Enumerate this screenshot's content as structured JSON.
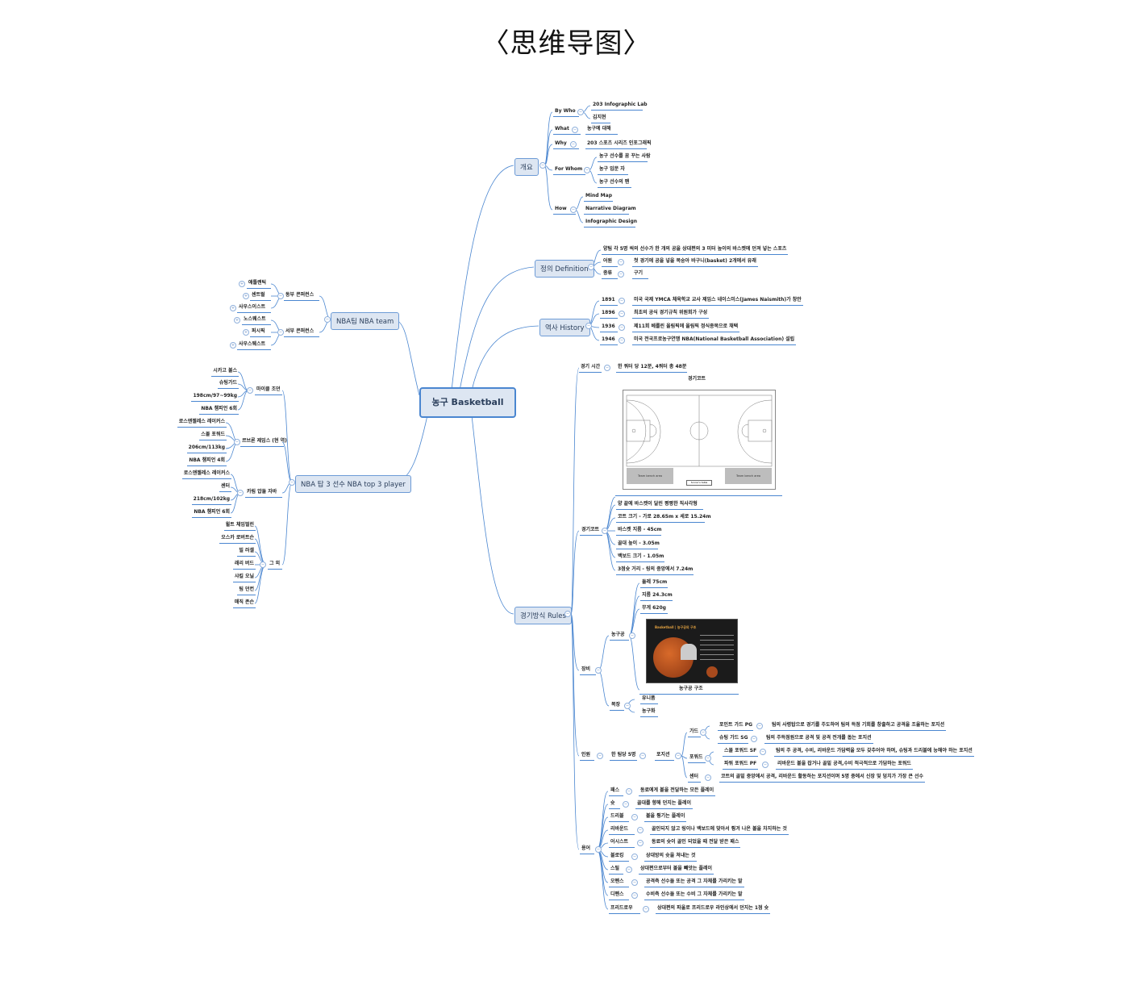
{
  "title": "〈思维导图〉",
  "central": "농구 Basketball",
  "colors": {
    "line": "#4a86d0",
    "node_fill": "#dde6f2",
    "node_border": "#6d9bd6",
    "text": "#2b3f5c"
  },
  "overview": {
    "label": "개요",
    "by_who": {
      "label": "By Who",
      "items": [
        "203 Infographic Lab",
        "김지현"
      ]
    },
    "what": {
      "label": "What",
      "items": [
        "농구에 대해"
      ]
    },
    "why": {
      "label": "Why",
      "items": [
        "203 스포츠 시리즈 인포그래픽"
      ]
    },
    "for_whom": {
      "label": "For Whom",
      "items": [
        "농구 선수를 꿈 꾸는 사람",
        "농구 입문 자",
        "농구 선수의 팬"
      ]
    },
    "how": {
      "label": "How",
      "items": [
        "Mind Map",
        "Narrative Diagram",
        "Infographic Design"
      ]
    }
  },
  "definition": {
    "label": "정의 Definition",
    "summary": "양팀 각 5명 씩의 선수가 한 개의 공을 상대편의 3 미터 높이의 바스켓에 던져 넣는 스포츠",
    "origin": {
      "label": "어원",
      "value": "첫 경기에 공을 넣을 복숭아 바구니(basket) 2개에서 유래"
    },
    "kind": {
      "label": "종류",
      "value": "구기"
    }
  },
  "history": {
    "label": "역사 History",
    "events": [
      {
        "year": "1891",
        "text": "미국 국제 YMCA 체육학교 교사 제임스 네이스미스(James Naismith)가 창안"
      },
      {
        "year": "1896",
        "text": "최초의 공식 경기규칙 위원회가 구성"
      },
      {
        "year": "1936",
        "text": "제11회 베를린 올림픽에 올림픽 정식종목으로 채택"
      },
      {
        "year": "1946",
        "text": "미국 전국프로농구연맹 NBA(National Basketball Association) 설립"
      }
    ]
  },
  "rules": {
    "label": "경기방식 Rules",
    "game_time": {
      "label": "경기 시간",
      "value": "한 쿼터 당 12분, 4쿼터 총 48분"
    },
    "court_image_caption": "경기코트",
    "court_image_labels": {
      "bench": "Team bench area",
      "bench_small": "Team bench",
      "table": "Scorer's table"
    },
    "court": {
      "label": "경기코트",
      "items": [
        "양 끝에 바스켓이 달린 평평한 직사각형",
        "코트 크기 - 가로 28.65m x 세로 15.24m",
        "바스켓 지름 - 45cm",
        "골대 높이 - 3.05m",
        "백보드 크기 - 1.05m",
        "3점슛 거리 - 링의 중앙에서 7.24m"
      ]
    },
    "equipment": {
      "label": "장비",
      "ball": {
        "label": "농구공",
        "items": [
          "둘레 75cm",
          "지름 24.3cm",
          "무게 620g"
        ],
        "image_caption": "농구공 구조",
        "image_title": "Basketball | 농구공의 구조"
      },
      "outfit": {
        "label": "복장",
        "items": [
          "유니폼",
          "농구화"
        ]
      }
    },
    "players": {
      "label": "인원",
      "count": "한 팀당 5명",
      "position_label": "포지션",
      "groups": [
        {
          "label": "가드",
          "roles": [
            {
              "name": "포인트 가드 PG",
              "desc": "팀의 사령탑으로 경기를 주도하여 팀의 득점 기회를 창출하고 공격을 조율하는 포지션"
            },
            {
              "name": "슈팅 가드 SG",
              "desc": "팀의 주득점원으로 공격 및 공격 전개를 돕는 포지션"
            }
          ]
        },
        {
          "label": "포워드",
          "roles": [
            {
              "name": "스몰 포워드 SF",
              "desc": "팀의 주 공격, 수비, 리바운드 가담력을 모두 갖추어야 하며, 슈팅과 드리블에 능해야 하는 포지션"
            },
            {
              "name": "파워 포워드 PF",
              "desc": "리바운드 볼을 잡거나 골밑 공격,수비 적극적으로 가담하는 포워드"
            }
          ]
        },
        {
          "label": "센터",
          "desc": "코트의 골밑 중앙에서 공격, 리바운드 활동하는 포지션이며 5명 중에서 신장 및 덩치가 가장 큰 선수"
        }
      ]
    },
    "terms": {
      "label": "용어",
      "items": [
        {
          "term": "패스",
          "def": "동료에게 볼을 전달하는 모든 플레이"
        },
        {
          "term": "슛",
          "def": "골대를 향해 던지는 플레이"
        },
        {
          "term": "드리블",
          "def": "볼을 튕기는 플레이"
        },
        {
          "term": "리바운드",
          "def": "골인되지 않고 링이나 백보드에 맞아서 튕겨 나온 볼을 차지하는 것"
        },
        {
          "term": "어시스트",
          "def": "동료의 슛이 골인 되었을 때 전달 받은 패스"
        },
        {
          "term": "블로킹",
          "def": "상대방의 슛을 쳐내는 것"
        },
        {
          "term": "스틸",
          "def": "상대편으로부터 볼을 빼앗는 플레이"
        },
        {
          "term": "오펜스",
          "def": "공격측 선수들 또는 공격 그 자체를 가리키는 말"
        },
        {
          "term": "디펜스",
          "def": "수비측 선수들 또는 수비 그 자체를 가리키는 말"
        },
        {
          "term": "프리드로우",
          "def": "상대편의 파울로 프리드로우 라인상에서 던지는 1점 슛"
        }
      ]
    }
  },
  "nba_team": {
    "label": "NBA팀 NBA team",
    "east": {
      "label": "동부 콘퍼런스",
      "items": [
        "애틀랜틱",
        "센트럴",
        "사우스이스트"
      ]
    },
    "west": {
      "label": "서부 콘퍼런스",
      "items": [
        "노스웨스트",
        "퍼시픽",
        "사우스웨스트"
      ]
    }
  },
  "top_players": {
    "label": "NBA 탑 3 선수 NBA top 3 player",
    "players": [
      {
        "name": "마이클 조던",
        "items": [
          "시카고 불스",
          "슈팅가드",
          "198cm/97~99kg",
          "NBA 챔피언 6회"
        ]
      },
      {
        "name": "르브론 제임스 (현 역)",
        "items": [
          "로스앤젤레스 레이커스",
          "스몰 포워드",
          "206cm/113kg",
          "NBA 챔피언 4회"
        ]
      },
      {
        "name": "카림 압둘 자바",
        "items": [
          "로스앤젤레스 레이커스",
          "센터",
          "218cm/102kg",
          "NBA 챔피언 6회"
        ]
      }
    ],
    "others": {
      "label": "그 외",
      "items": [
        "윌트 체임벌린",
        "오스카 로버트슨",
        "빌 러셀",
        "래리 버드",
        "샤킬 오닐",
        "팀 던컨",
        "매직 존슨"
      ]
    }
  }
}
